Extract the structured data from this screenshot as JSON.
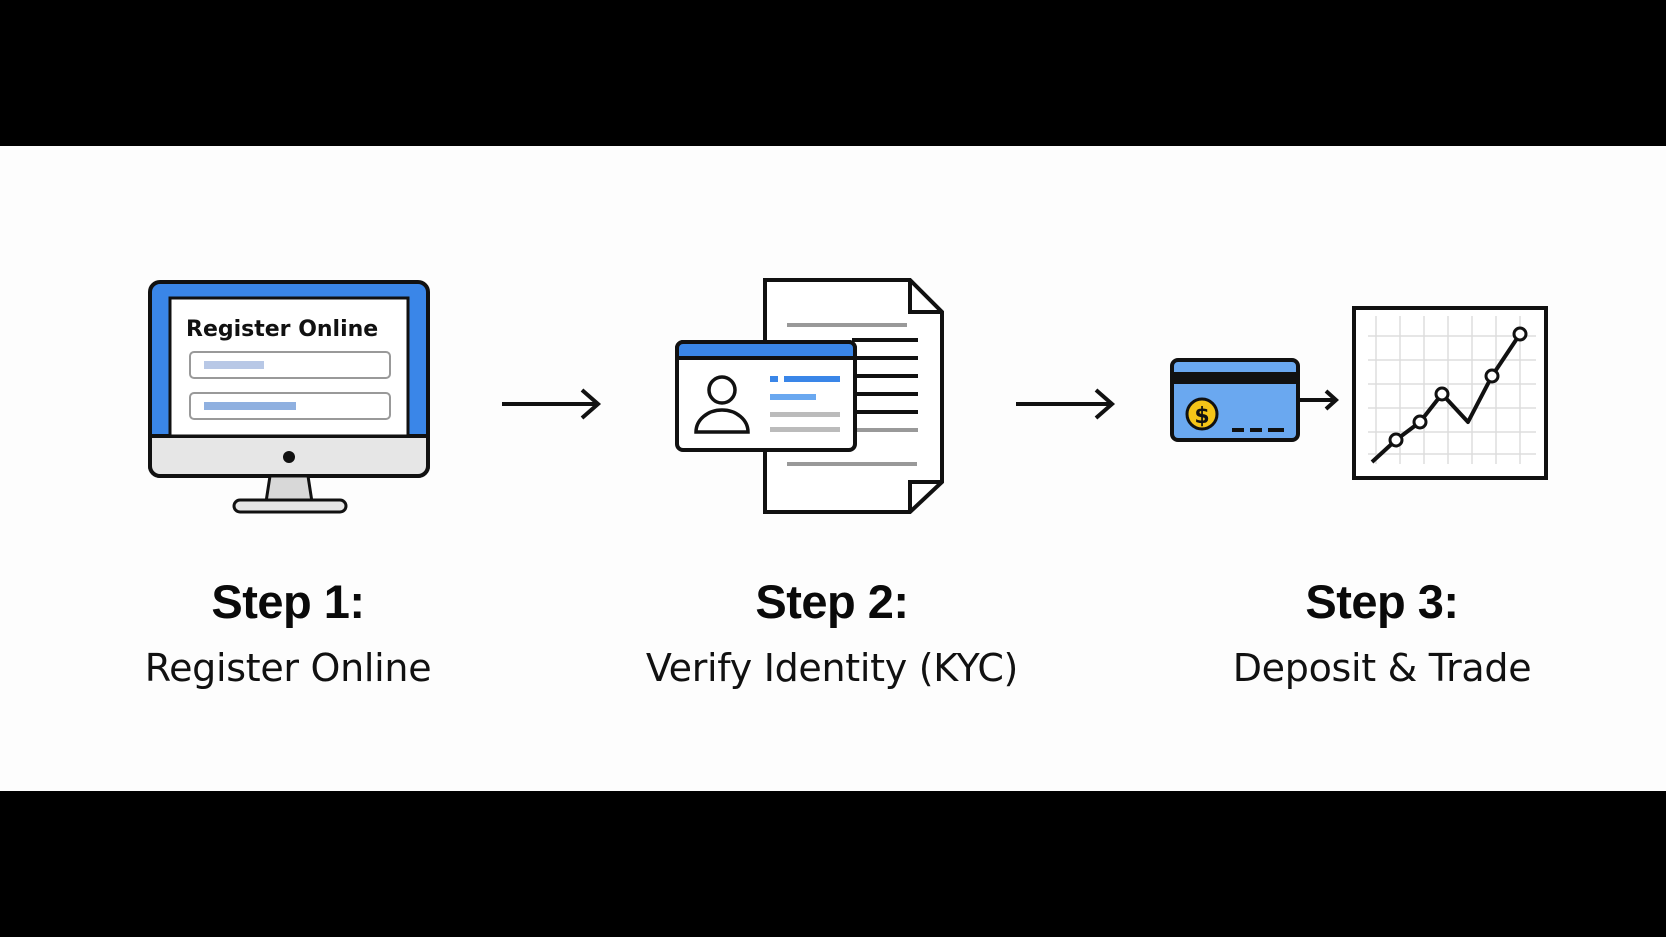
{
  "steps": [
    {
      "title": "Step 1:",
      "caption": "Register Online",
      "screen_heading": "Register Online",
      "icon": "monitor-form-icon"
    },
    {
      "title": "Step 2:",
      "caption": "Verify Identity (KYC)",
      "icon": "id-card-document-icon"
    },
    {
      "title": "Step 3:",
      "caption": "Deposit & Trade",
      "icon": "card-to-chart-icon"
    }
  ],
  "colors": {
    "accent_blue": "#3a86e8",
    "light_blue": "#6aa8f0",
    "coin_yellow": "#f5c518",
    "ink": "#111111"
  }
}
